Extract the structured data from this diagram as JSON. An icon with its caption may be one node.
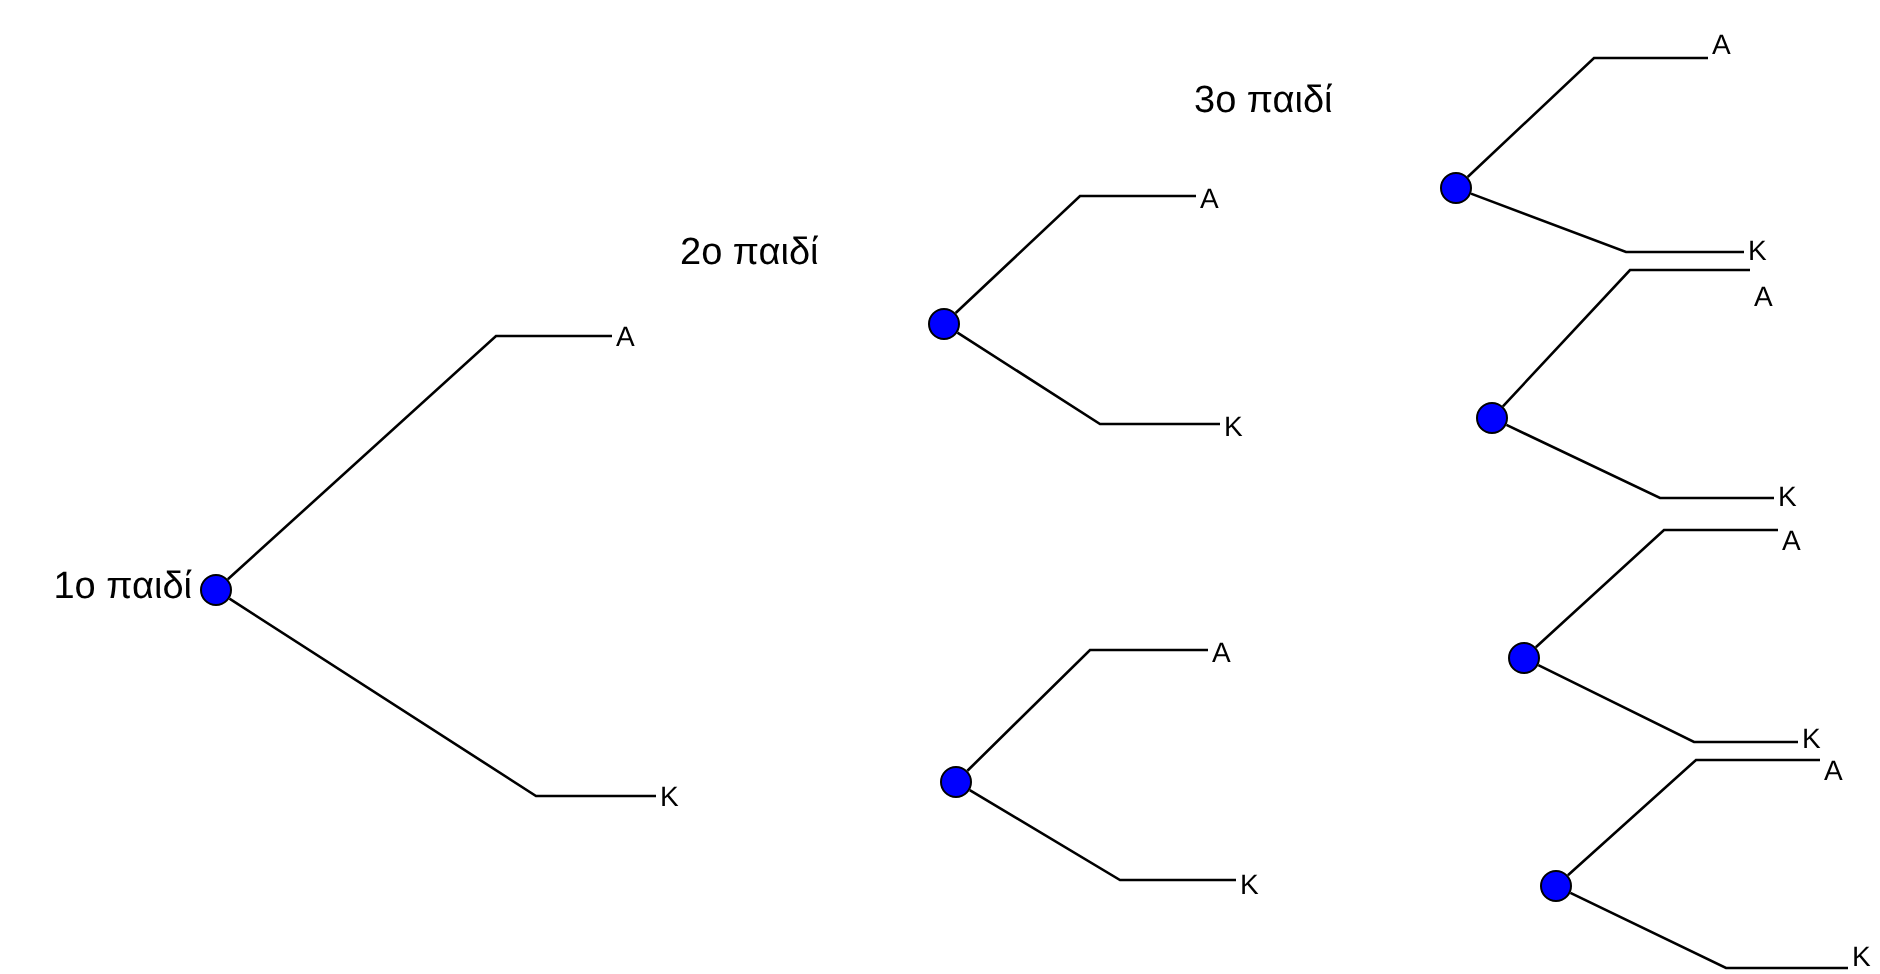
{
  "diagram": {
    "nodes": [
      {
        "text": [],
        "shape": "circle",
        "beside": [
          "1ο παιδί"
        ]
      },
      {
        "text": [
          "Α"
        ]
      },
      {
        "text": [
          "Κ"
        ]
      },
      {
        "text": [],
        "shape": "circle"
      },
      {
        "text": [
          "Α"
        ]
      },
      {
        "text": [
          "Κ"
        ]
      },
      {
        "text": [],
        "shape": "circle"
      },
      {
        "text": [
          "Α"
        ]
      },
      {
        "text": [
          "Κ"
        ]
      },
      {
        "text": [],
        "shape": "circle"
      },
      {
        "text": [
          "Α"
        ]
      },
      {
        "text": [
          "Κ"
        ]
      },
      {
        "text": [],
        "shape": "circle"
      },
      {
        "text": [
          "Α"
        ]
      },
      {
        "text": [
          "Κ"
        ]
      },
      {
        "text": [],
        "shape": "circle"
      },
      {
        "text": [
          "Α"
        ]
      },
      {
        "text": [
          "Κ"
        ]
      },
      {
        "text": [],
        "shape": "circle"
      },
      {
        "text": [
          "Α"
        ]
      },
      {
        "text": [
          "Κ"
        ]
      }
    ],
    "edges": [
      {
        "from": 0,
        "to": 1,
        "arrow": "none"
      },
      {
        "from": 0,
        "to": 2,
        "arrow": "none"
      },
      {
        "from": 3,
        "to": 4,
        "arrow": "none"
      },
      {
        "from": 3,
        "to": 5,
        "arrow": "none"
      },
      {
        "from": 6,
        "to": 7,
        "arrow": "none"
      },
      {
        "from": 6,
        "to": 8,
        "arrow": "none"
      },
      {
        "from": 9,
        "to": 10,
        "arrow": "none"
      },
      {
        "from": 9,
        "to": 11,
        "arrow": "none"
      },
      {
        "from": 12,
        "to": 13,
        "arrow": "none"
      },
      {
        "from": 12,
        "to": 14,
        "arrow": "none"
      },
      {
        "from": 15,
        "to": 16,
        "arrow": "none"
      },
      {
        "from": 15,
        "to": 17,
        "arrow": "none"
      },
      {
        "from": 18,
        "to": 19,
        "arrow": "none"
      },
      {
        "from": 18,
        "to": 20,
        "arrow": "none"
      }
    ],
    "labels": [
      "2ο παιδί",
      "3ο παιδί"
    ]
  }
}
